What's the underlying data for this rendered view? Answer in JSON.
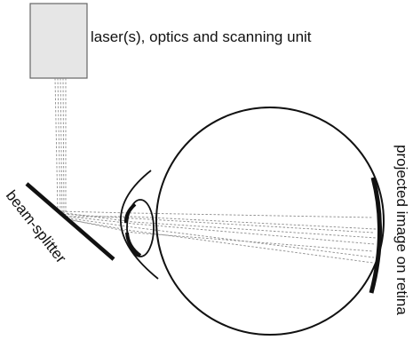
{
  "diagram": {
    "labels": {
      "scanner": "laser(s), optics and scanning unit",
      "splitter": "beam-splitter",
      "retina": "projected image on retina"
    },
    "colors": {
      "line": "#111111",
      "box_fill": "#e6e6e6",
      "box_stroke": "#666666",
      "beam": "#8c8c8c"
    }
  }
}
